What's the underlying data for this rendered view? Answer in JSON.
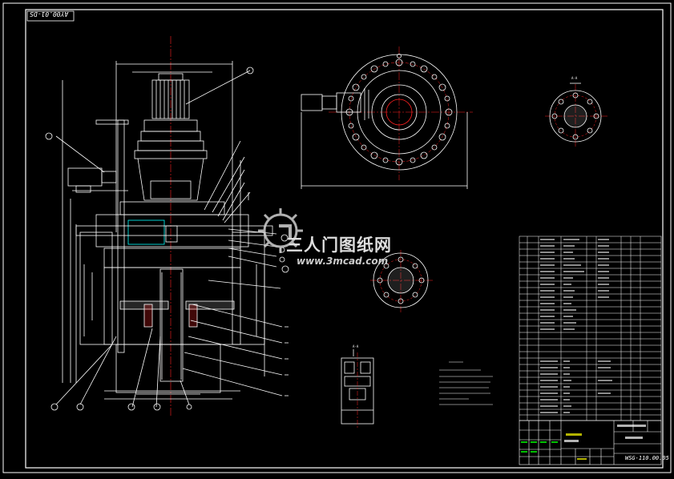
{
  "drawing": {
    "number_rotated": "AY00.01-DS",
    "title_block_code": "WSG-110.00.05"
  },
  "watermark": {
    "site_name": "三人门图纸网",
    "url": "www.3mcad.com"
  },
  "colors": {
    "background": "#000000",
    "line": "#ffffff",
    "centerline": "#ff2020",
    "accent_yellow": "#ffff00",
    "accent_cyan": "#00ffff",
    "accent_green": "#00ff00",
    "accent_magenta": "#ff00ff"
  },
  "section_labels": {
    "top_right_view": "A-A",
    "small_view": "A-A"
  },
  "icons": {
    "watermark_logo": "gear-logo-icon"
  }
}
